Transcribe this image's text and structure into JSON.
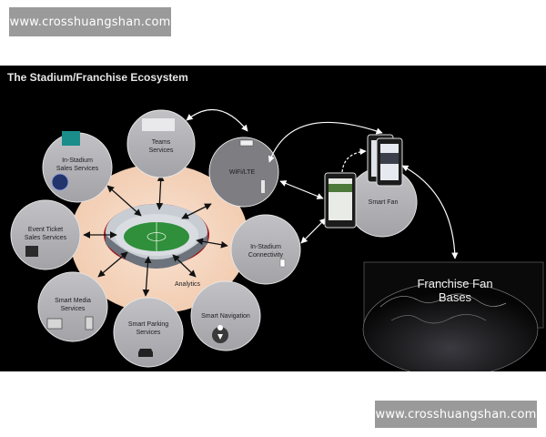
{
  "watermark_top": "www.crosshuangshan.com",
  "watermark_bottom": "www.crosshuangshan.com",
  "title": "The Stadium/Franchise Ecosystem",
  "center_label": "Analytics",
  "nodes": {
    "teams": [
      "Teams",
      "Services"
    ],
    "instadium_sales": [
      "In-Stadium",
      "Sales Services"
    ],
    "event_ticket": [
      "Event Ticket",
      "Sales Services"
    ],
    "smart_media": [
      "Smart Media",
      "Services"
    ],
    "smart_parking": [
      "Smart Parking",
      "Services"
    ],
    "smart_navigation": [
      "Smart Navigation"
    ],
    "connectivity": [
      "In-Stadium",
      "Connectivity"
    ],
    "wifi": [
      "WiFi/LTE"
    ],
    "smart_fan": [
      "Smart Fan"
    ]
  },
  "fan_bases": [
    "Franchise Fan",
    "Bases"
  ],
  "colors": {
    "background": "#000000",
    "halo": "#f5d6bf",
    "node_fill": "#b3b3b8",
    "node_stroke": "#e6e6e6",
    "wifi_fill": "#7d7d82",
    "watermark": "#9a9a9a"
  }
}
